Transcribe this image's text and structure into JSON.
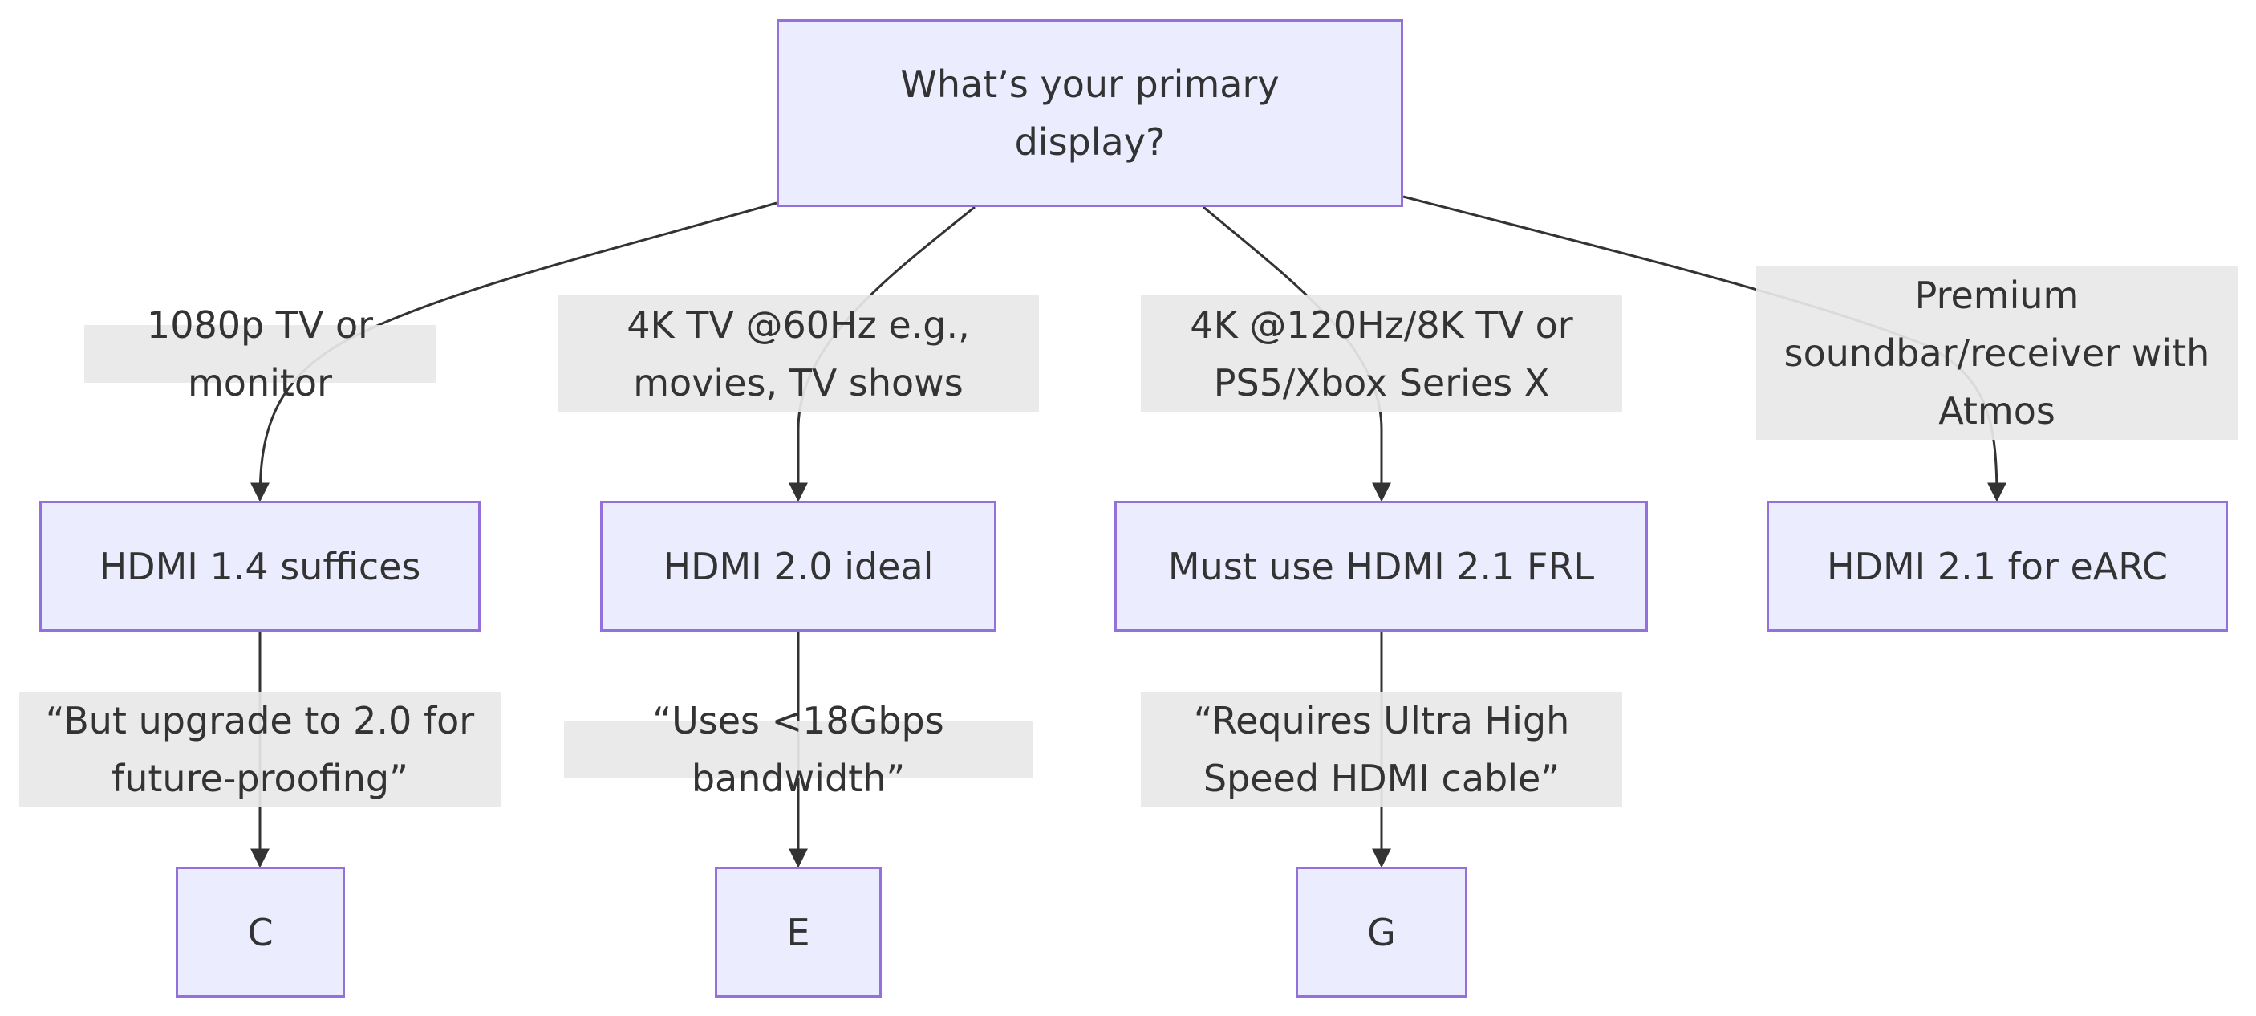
{
  "nodes": {
    "root": "What’s your primary display?",
    "hdmi14": "HDMI 1.4 suffices",
    "hdmi20": "HDMI 2.0 ideal",
    "hdmi21frl": "Must use HDMI 2.1 FRL",
    "hdmi21earc": "HDMI 2.1 for eARC",
    "c": "C",
    "e": "E",
    "g": "G"
  },
  "edge_labels": {
    "e1080p": "1080p TV or monitor",
    "e4k60": "4K TV @60Hz e.g., movies, TV shows",
    "e4k120": "4K @120Hz/8K TV or PS5/Xbox Series X",
    "esoundbar": "Premium soundbar/receiver with Atmos",
    "eupgrade": "“But upgrade to 2.0 for future-proofing”",
    "ebandwidth": "“Uses <18Gbps bandwidth”",
    "ecable": "“Requires Ultra High Speed HDMI cable”"
  },
  "colors": {
    "node_fill": "#ececff",
    "node_border": "#9370db",
    "edge": "#333333",
    "label_bg": "#e8e8e8"
  }
}
